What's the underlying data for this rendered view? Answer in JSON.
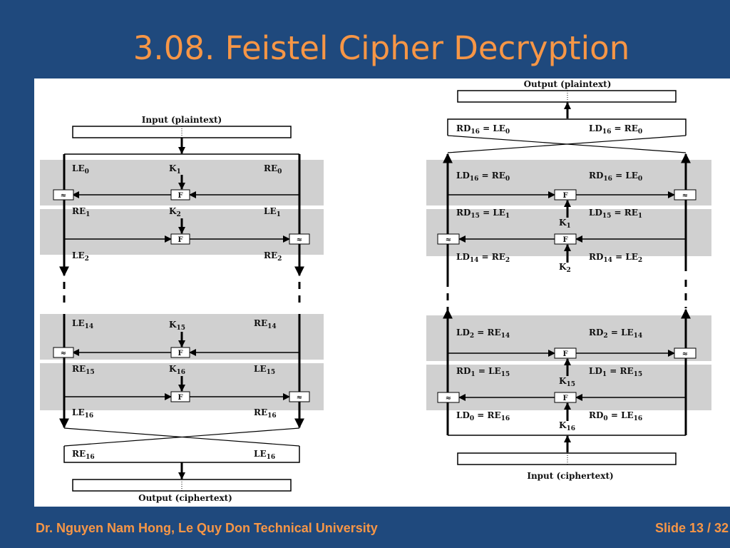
{
  "slide": {
    "title": "3.08. Feistel Cipher Decryption",
    "footer_left": "Dr. Nguyen Nam Hong, Le Quy Don Technical University",
    "slide_label": "Slide 13 / 32"
  },
  "encryption": {
    "input": "Input (plaintext)",
    "output": "Output (ciphertext)",
    "labels": {
      "le0": "LE0",
      "re0": "RE0",
      "k1": "K1",
      "re1": "RE1",
      "le1": "LE1",
      "k2": "K2",
      "le2": "LE2",
      "re2": "RE2",
      "le14": "LE14",
      "re14": "RE14",
      "k15": "K15",
      "re15": "RE15",
      "le15": "LE15",
      "k16": "K16",
      "le16": "LE16",
      "re16": "RE16",
      "out_left": "RE16",
      "out_right": "LE16"
    }
  },
  "decryption": {
    "output": "Output (plaintext)",
    "input": "Input (ciphertext)",
    "labels": {
      "top_left": "RD16 = LE0",
      "top_right": "LD16 = RE0",
      "r1_left": "LD16 = RE0",
      "r1_right": "RD16 = LE0",
      "r2_left": "RD15 = LE1",
      "r2_right": "LD15 = RE1",
      "k1": "K1",
      "r3_left": "LD14 = RE2",
      "r3_right": "RD14 = LE2",
      "k2": "K2",
      "r4_left": "LD2 = RE14",
      "r4_right": "RD2 = LE14",
      "r5_left": "RD1 = LE15",
      "r5_right": "LD1 = RE15",
      "k15": "K15",
      "r6_left": "LD0 = RE16",
      "r6_right": "RD0 = LE16",
      "k16": "K16"
    }
  },
  "symbols": {
    "f": "F",
    "xor": "≈"
  }
}
